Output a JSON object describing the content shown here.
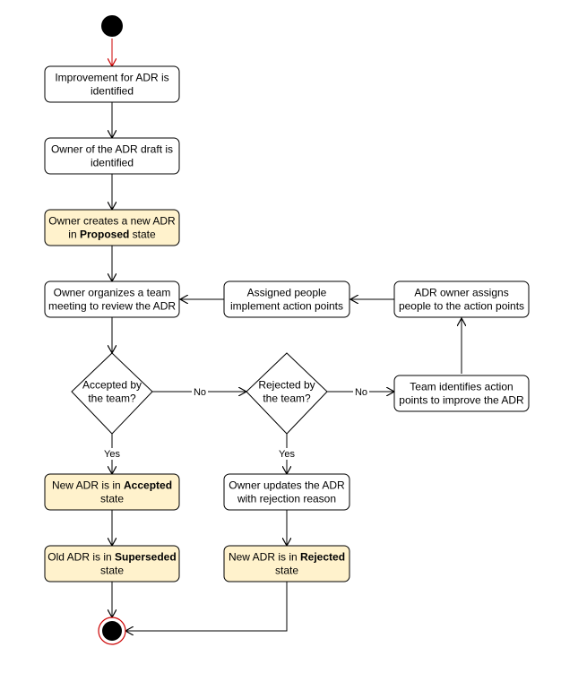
{
  "colors": {
    "action_fill": "#ffffff",
    "state_fill": "#fff2cc",
    "stroke": "#000000",
    "start_fill": "#000000",
    "start_arrow": "#cc0000",
    "end_ring": "#cc0000"
  },
  "nodes": {
    "n1": {
      "lines": [
        [
          "Improvement for ADR is"
        ],
        [
          "identified"
        ]
      ]
    },
    "n2": {
      "lines": [
        [
          "Owner of the ADR draft is"
        ],
        [
          "identified"
        ]
      ]
    },
    "n3": {
      "lines": [
        [
          "Owner creates a new ADR"
        ],
        [
          "in ",
          {
            "b": "Proposed"
          },
          " state"
        ]
      ]
    },
    "n4": {
      "lines": [
        [
          "Owner organizes a team"
        ],
        [
          "meeting to review the ADR"
        ]
      ]
    },
    "n5": {
      "lines": [
        [
          "Assigned people"
        ],
        [
          "implement action points"
        ]
      ]
    },
    "n6": {
      "lines": [
        [
          "ADR owner assigns"
        ],
        [
          "people to the action points"
        ]
      ]
    },
    "d1": {
      "lines": [
        [
          "Accepted by"
        ],
        [
          "the team?"
        ]
      ]
    },
    "d2": {
      "lines": [
        [
          "Rejected by"
        ],
        [
          "the team?"
        ]
      ]
    },
    "n7": {
      "lines": [
        [
          "Team identifies action"
        ],
        [
          "points to improve the ADR"
        ]
      ]
    },
    "n8": {
      "lines": [
        [
          "New ADR is in ",
          {
            "b": "Accepted"
          }
        ],
        [
          "state"
        ]
      ]
    },
    "n9": {
      "lines": [
        [
          "Owner updates the ADR"
        ],
        [
          "with rejection reason"
        ]
      ]
    },
    "n10": {
      "lines": [
        [
          "Old ADR is in ",
          {
            "b": "Superseded"
          }
        ],
        [
          "state"
        ]
      ]
    },
    "n11": {
      "lines": [
        [
          "New ADR is in ",
          {
            "b": "Rejected"
          }
        ],
        [
          "state"
        ]
      ]
    }
  },
  "edge_labels": {
    "d1_no": "No",
    "d2_no": "No",
    "d1_yes": "Yes",
    "d2_yes": "Yes"
  }
}
